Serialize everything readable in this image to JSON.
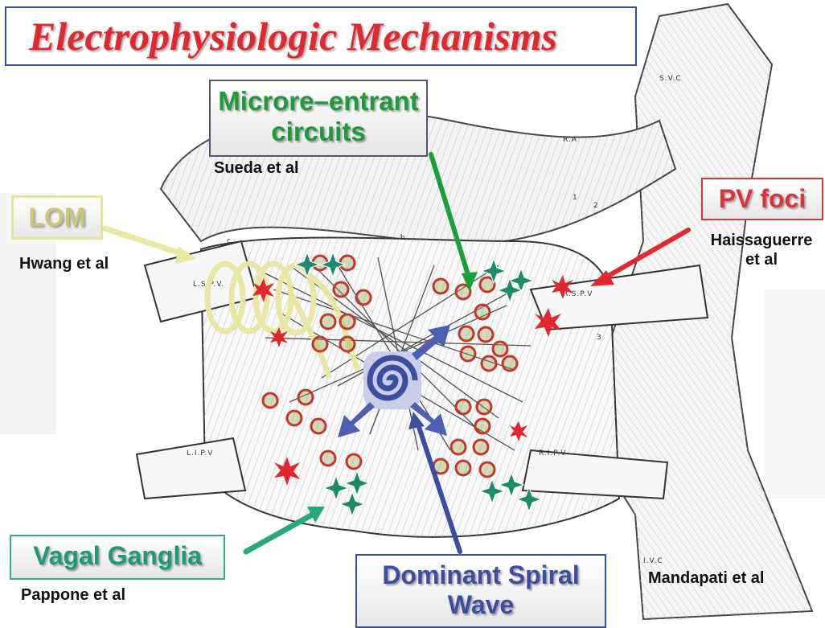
{
  "title": "Electrophysiologic Mechanisms",
  "callouts": {
    "microreentrant": "Microre–entrant circuits",
    "pv_foci": "PV foci",
    "lom": "LOM",
    "vagal_ganglia": "Vagal Ganglia",
    "dominant_spiral": "Dominant Spiral Wave"
  },
  "authors": {
    "sueda": "Sueda et al",
    "hwang": "Hwang et al",
    "haissaguerre": "Haissaguerre et al",
    "pappone": "Pappone et al",
    "mandapati": "Mandapati et al"
  },
  "anatomy_labels": {
    "svc": "S.V.C",
    "ra": "R.A",
    "lspv": "L.S.P.V.",
    "rspv": "R.S.P.V",
    "lipv": "L.I.P.V",
    "ripv": "R.I.P.V",
    "ivc": "I.V.C",
    "b": "b",
    "c": "c",
    "n1": "1",
    "n2": "2",
    "n3": "3"
  },
  "colors": {
    "title": "#e0282e",
    "micro_arrow": "#1aa03a",
    "pv_arrow": "#e0282e",
    "lom_arrow": "#e8e8a0",
    "vagal_arrow": "#28a880",
    "spiral_arrow": "#3b4ea0",
    "circle_ring": "#c0392b",
    "circle_fill": "#8da34a",
    "star": "#1f8a6a",
    "burst": "#e0282e"
  }
}
